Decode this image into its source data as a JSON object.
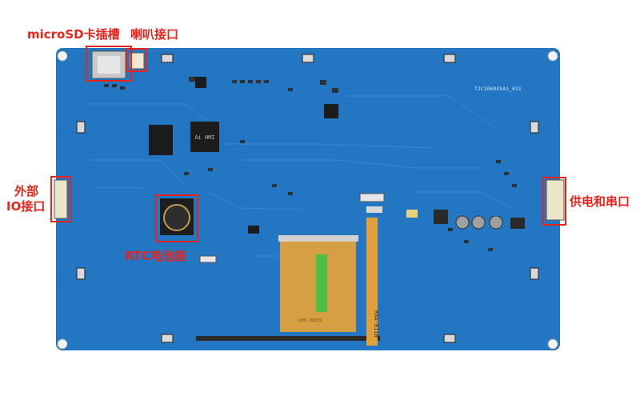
{
  "title": "",
  "callouts": {
    "sd_slot": "microSD卡插槽",
    "speaker": "喇叭接口",
    "external_io_line1": "外部",
    "external_io_line2": "IO接口",
    "power_serial": "供电和串口",
    "rtc_battery": "RTC电池座"
  },
  "board": {
    "model_silk": "TJC1060X5A1_011",
    "chip_label": "Ai HMI",
    "ribbon_label": "RXA-8110",
    "fpc_text": "LX0C-3021S"
  },
  "colors": {
    "pcb": "#2376c2",
    "pcb_dark": "#1a5fa3",
    "callout": "#e8231a",
    "ribbon": "#e0a13c",
    "chip": "#1c1c1c"
  }
}
